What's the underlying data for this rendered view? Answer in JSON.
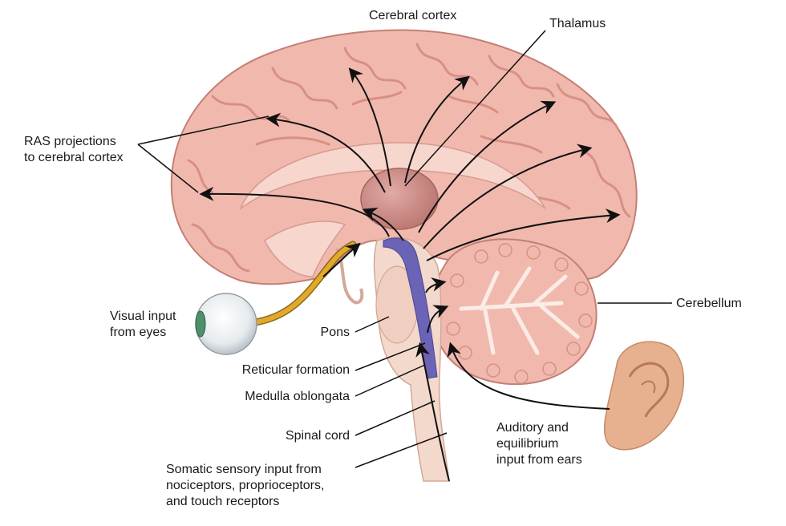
{
  "labels": {
    "cerebral_cortex": "Cerebral cortex",
    "thalamus": "Thalamus",
    "ras_projections": [
      "RAS projections",
      "to cerebral cortex"
    ],
    "cerebellum": "Cerebellum",
    "visual_input": [
      "Visual input",
      "from eyes"
    ],
    "pons": "Pons",
    "reticular_formation": "Reticular formation",
    "medulla_oblongata": "Medulla oblongata",
    "spinal_cord": "Spinal cord",
    "auditory_input": [
      "Auditory and",
      "equilibrium",
      "input from ears"
    ],
    "somatic_input": [
      "Somatic sensory input from",
      "nociceptors, proprioceptors,",
      "and touch receptors"
    ]
  },
  "colors": {
    "cortex": "#f1b9ae",
    "cortex_dark": "#d98e84",
    "thalamus": "#c98580",
    "reticular_formation": "#6b63b5",
    "brainstem": "#f3d9cc",
    "cerebellum_white": "#fbece6",
    "optic_nerve": "#e3a92b",
    "eye": "#eef1f3",
    "ear": "#e7b08f",
    "arrows": "#111111"
  },
  "icons": {
    "brain": "brain-illustration",
    "eye": "eye-illustration",
    "ear": "ear-illustration"
  }
}
